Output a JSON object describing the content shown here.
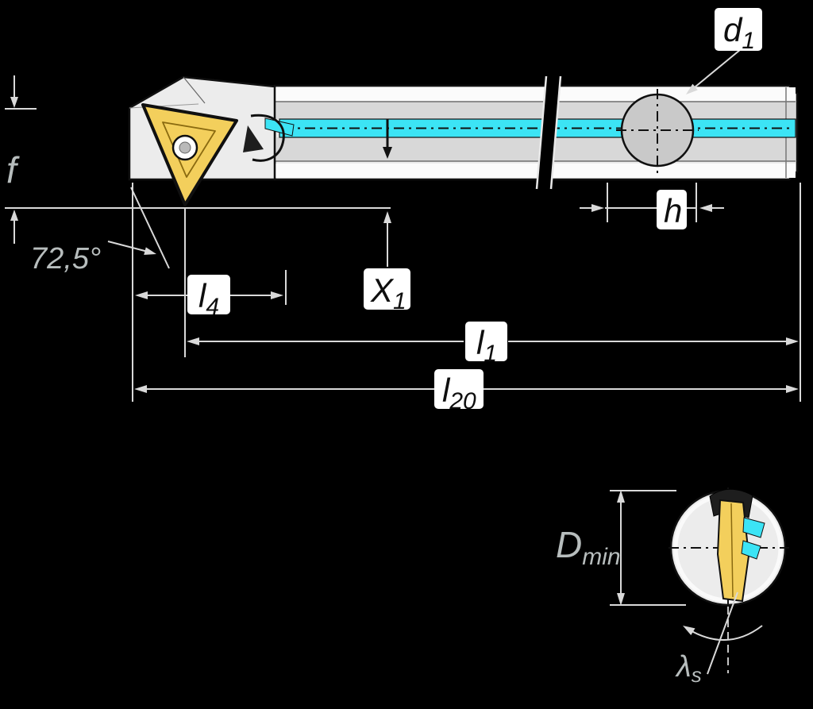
{
  "diagram": {
    "labels": {
      "d1": {
        "base": "d",
        "sub": "1"
      },
      "f": {
        "base": "f"
      },
      "angle": {
        "base": "72,5°"
      },
      "l4": {
        "base": "l",
        "sub": "4"
      },
      "x1": {
        "base": "X",
        "sub": "1"
      },
      "l1": {
        "base": "l",
        "sub": "1"
      },
      "l20": {
        "base": "l",
        "sub": "20"
      },
      "h": {
        "base": "h"
      },
      "dmin": {
        "base": "D",
        "sub": "min"
      },
      "lambda": {
        "base": "λ",
        "sub": "s"
      }
    },
    "colors": {
      "background": "#000000",
      "body": "#ececec",
      "body_shade": "#d8d8d8",
      "highlight": "#fbfbfb",
      "coolant": "#3ce4f5",
      "insert": "#f3cf5c",
      "insert_line": "#8a6a10",
      "outline": "#101010",
      "circle_fill": "#c9c9c9",
      "dark_detail": "#1e1e1e",
      "dimension": "#d9d9d9",
      "chip_bg": "#ffffff",
      "chip_text": "#0e0e0e",
      "label_gray": "#b7bdbd"
    }
  }
}
